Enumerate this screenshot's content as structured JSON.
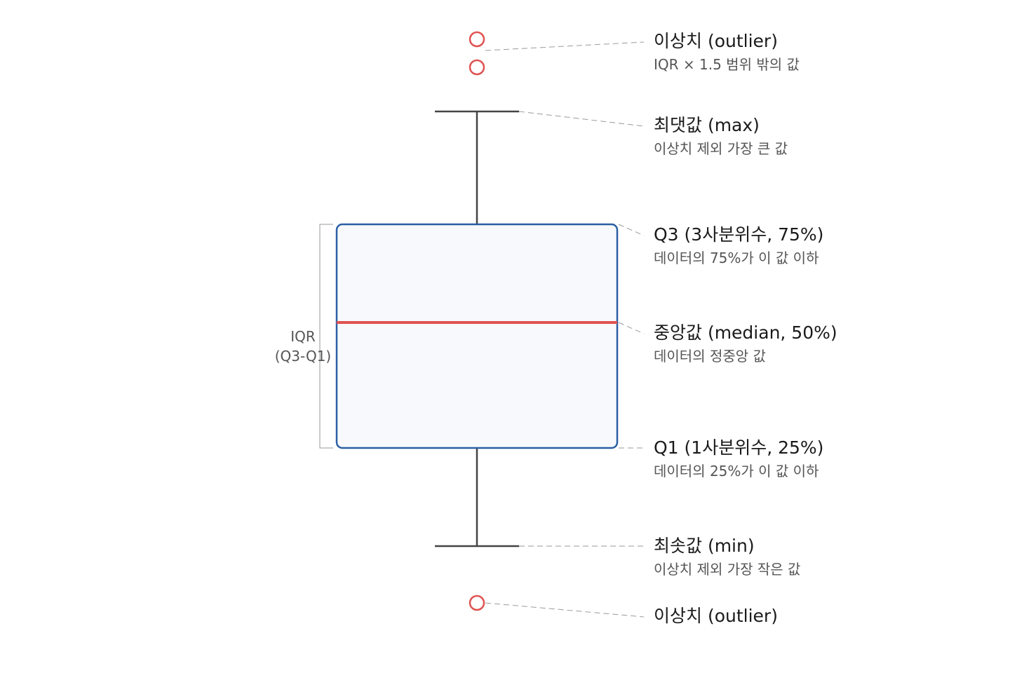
{
  "iqr_bracket": {
    "line1": "IQR",
    "line2": "(Q3-Q1)"
  },
  "annotations": {
    "outlier_top": {
      "title": "이상치 (outlier)",
      "desc": "IQR × 1.5 범위 밖의 값"
    },
    "max": {
      "title": "최댓값 (max)",
      "desc": "이상치 제외 가장 큰 값"
    },
    "q3": {
      "title": "Q3 (3사분위수, 75%)",
      "desc": "데이터의 75%가 이 값 이하"
    },
    "median": {
      "title": "중앙값 (median, 50%)",
      "desc": "데이터의 정중앙 값"
    },
    "q1": {
      "title": "Q1 (1사분위수, 25%)",
      "desc": "데이터의 25%가 이 값 이하"
    },
    "min": {
      "title": "최솟값 (min)",
      "desc": "이상치 제외 가장 작은 값"
    },
    "outlier_bottom": {
      "title": "이상치 (outlier)"
    }
  },
  "colors": {
    "box_stroke": "#2a5fa3",
    "box_fill": "#f7f9fc",
    "median": "#e05252",
    "outlier": "#e05252",
    "whisker": "#444444"
  }
}
